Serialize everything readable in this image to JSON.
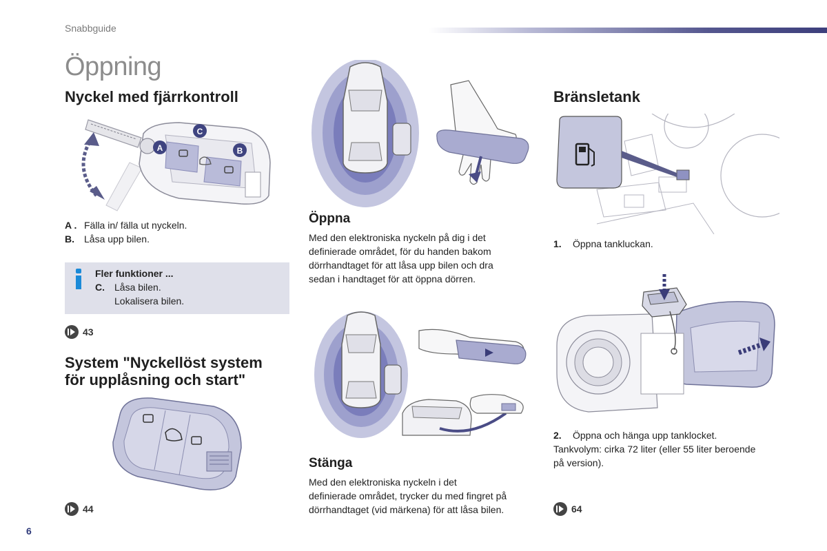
{
  "header": {
    "section": "Snabbguide"
  },
  "page_title": "Öppning",
  "left": {
    "key_heading": "Nyckel med fjärrkontroll",
    "callouts": {
      "a": "A",
      "b": "B",
      "c": "C"
    },
    "items": [
      {
        "label": "A .",
        "text": "Fälla in/ fälla ut nyckeln."
      },
      {
        "label": "B.",
        "text": "Låsa upp bilen."
      }
    ],
    "info": {
      "title": "Fler funktioner ...",
      "label": "C.",
      "line1": "Låsa bilen.",
      "line2": "Lokalisera bilen."
    },
    "ref1": "43",
    "keyless_heading_line1": "System \"Nyckellöst system",
    "keyless_heading_line2": "för upplåsning och start\"",
    "ref2": "44"
  },
  "middle": {
    "open_heading": "Öppna",
    "open_text": [
      "Med den elektroniska nyckeln på dig i det",
      "definierade området, för du handen bakom",
      "dörrhandtaget för att låsa upp bilen och dra",
      "sedan i handtaget för att öppna dörren."
    ],
    "close_heading": "Stänga",
    "close_text": [
      "Med den elektroniska nyckeln i det",
      "definierade området, trycker du med fingret på",
      "dörrhandtaget (vid märkena) för att låsa bilen."
    ]
  },
  "right": {
    "fuel_heading": "Bränsletank",
    "step1_label": "1.",
    "step1_text": "Öppna tankluckan.",
    "step2_label": "2.",
    "step2_text": "Öppna och hänga upp tanklocket.",
    "volume_line1": "Tankvolym: cirka 72 liter (eller 55 liter beroende",
    "volume_line2": "på version).",
    "ref": "64"
  },
  "footer": {
    "page_number": "6"
  },
  "colors": {
    "accent": "#3d3f7c",
    "info_bg": "#dfe0ea",
    "info_icon": "#1b8ad8",
    "zone": "#6a6fb5"
  }
}
